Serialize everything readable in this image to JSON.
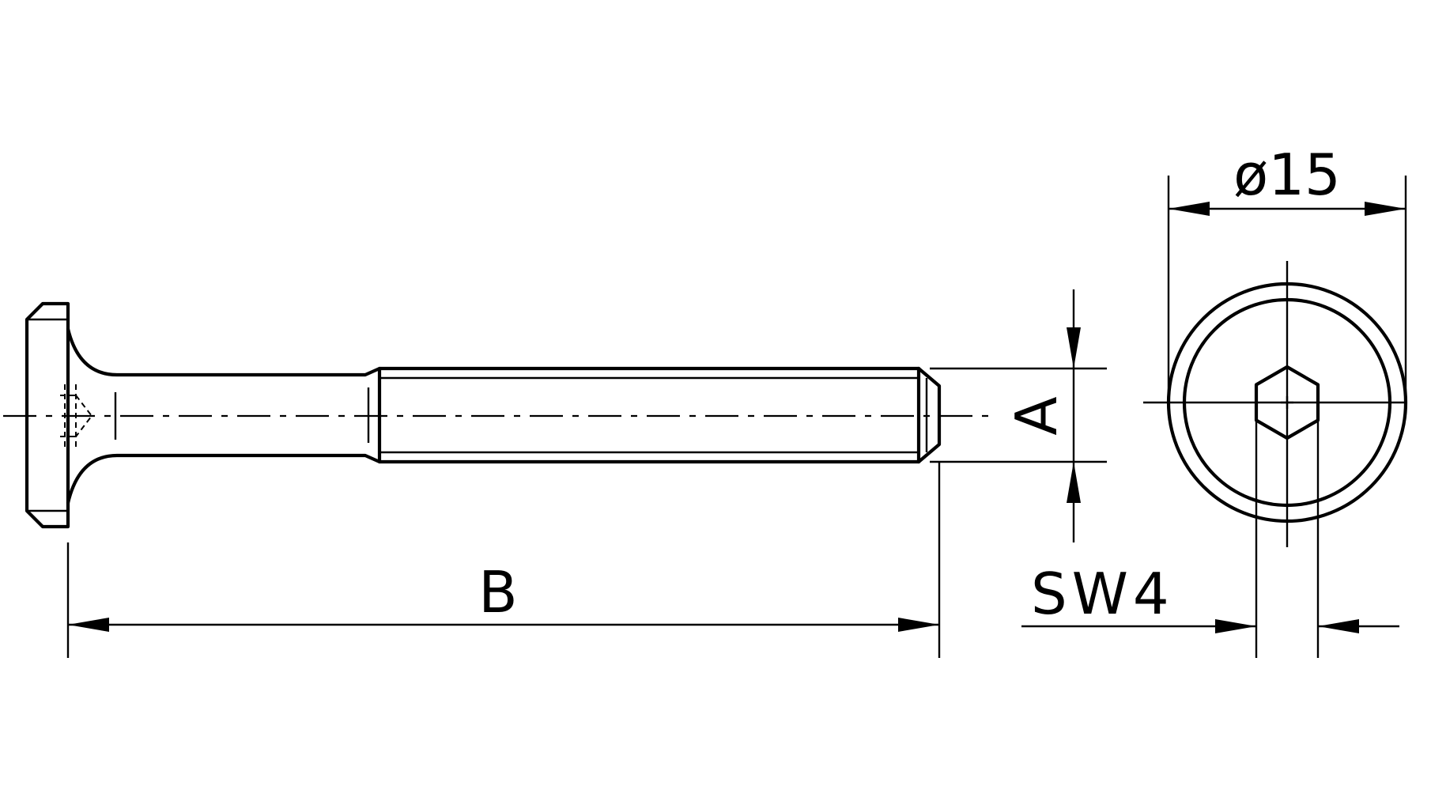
{
  "dimensions": {
    "diameter_label": "ø15",
    "thread_label": "A",
    "length_label": "B",
    "wrench_size_label": "SW4"
  },
  "colors": {
    "line": "#000000",
    "background": "#ffffff"
  }
}
